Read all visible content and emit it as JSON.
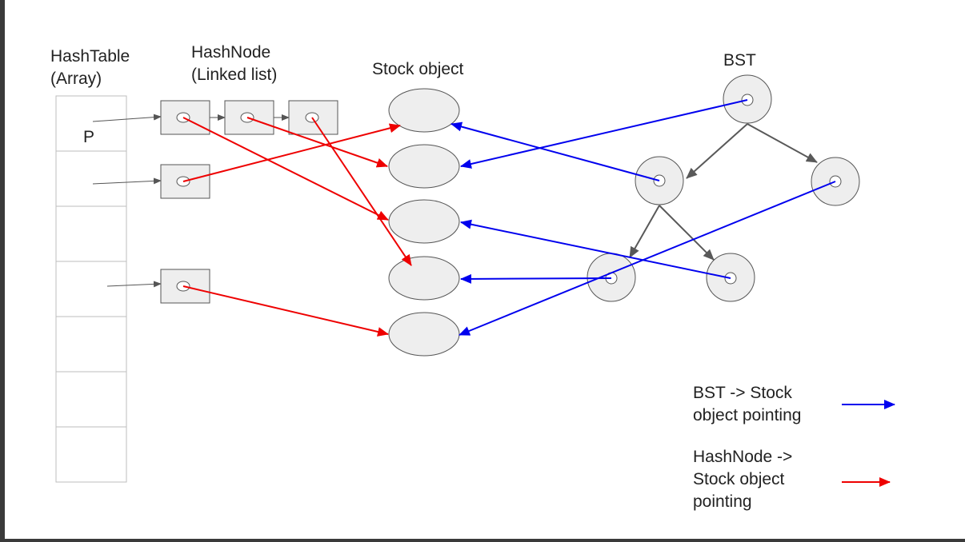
{
  "labels": {
    "hashtable_line1": "HashTable",
    "hashtable_line2": "(Array)",
    "hashnode_line1": "HashNode",
    "hashnode_line2": "(Linked list)",
    "stock_object": "Stock object",
    "bst": "BST",
    "bucket_p": "P"
  },
  "legend": {
    "bst_line1": "BST -> Stock",
    "bst_line2": "object pointing",
    "hashnode_line1": "HashNode ->",
    "hashnode_line2": "Stock object",
    "hashnode_line3": "pointing"
  },
  "colors": {
    "bst_arrow": "#0000ee",
    "hashnode_arrow": "#ee0000",
    "node_fill": "#eeeeee",
    "node_stroke": "#555555",
    "tree_edge": "#595959"
  }
}
